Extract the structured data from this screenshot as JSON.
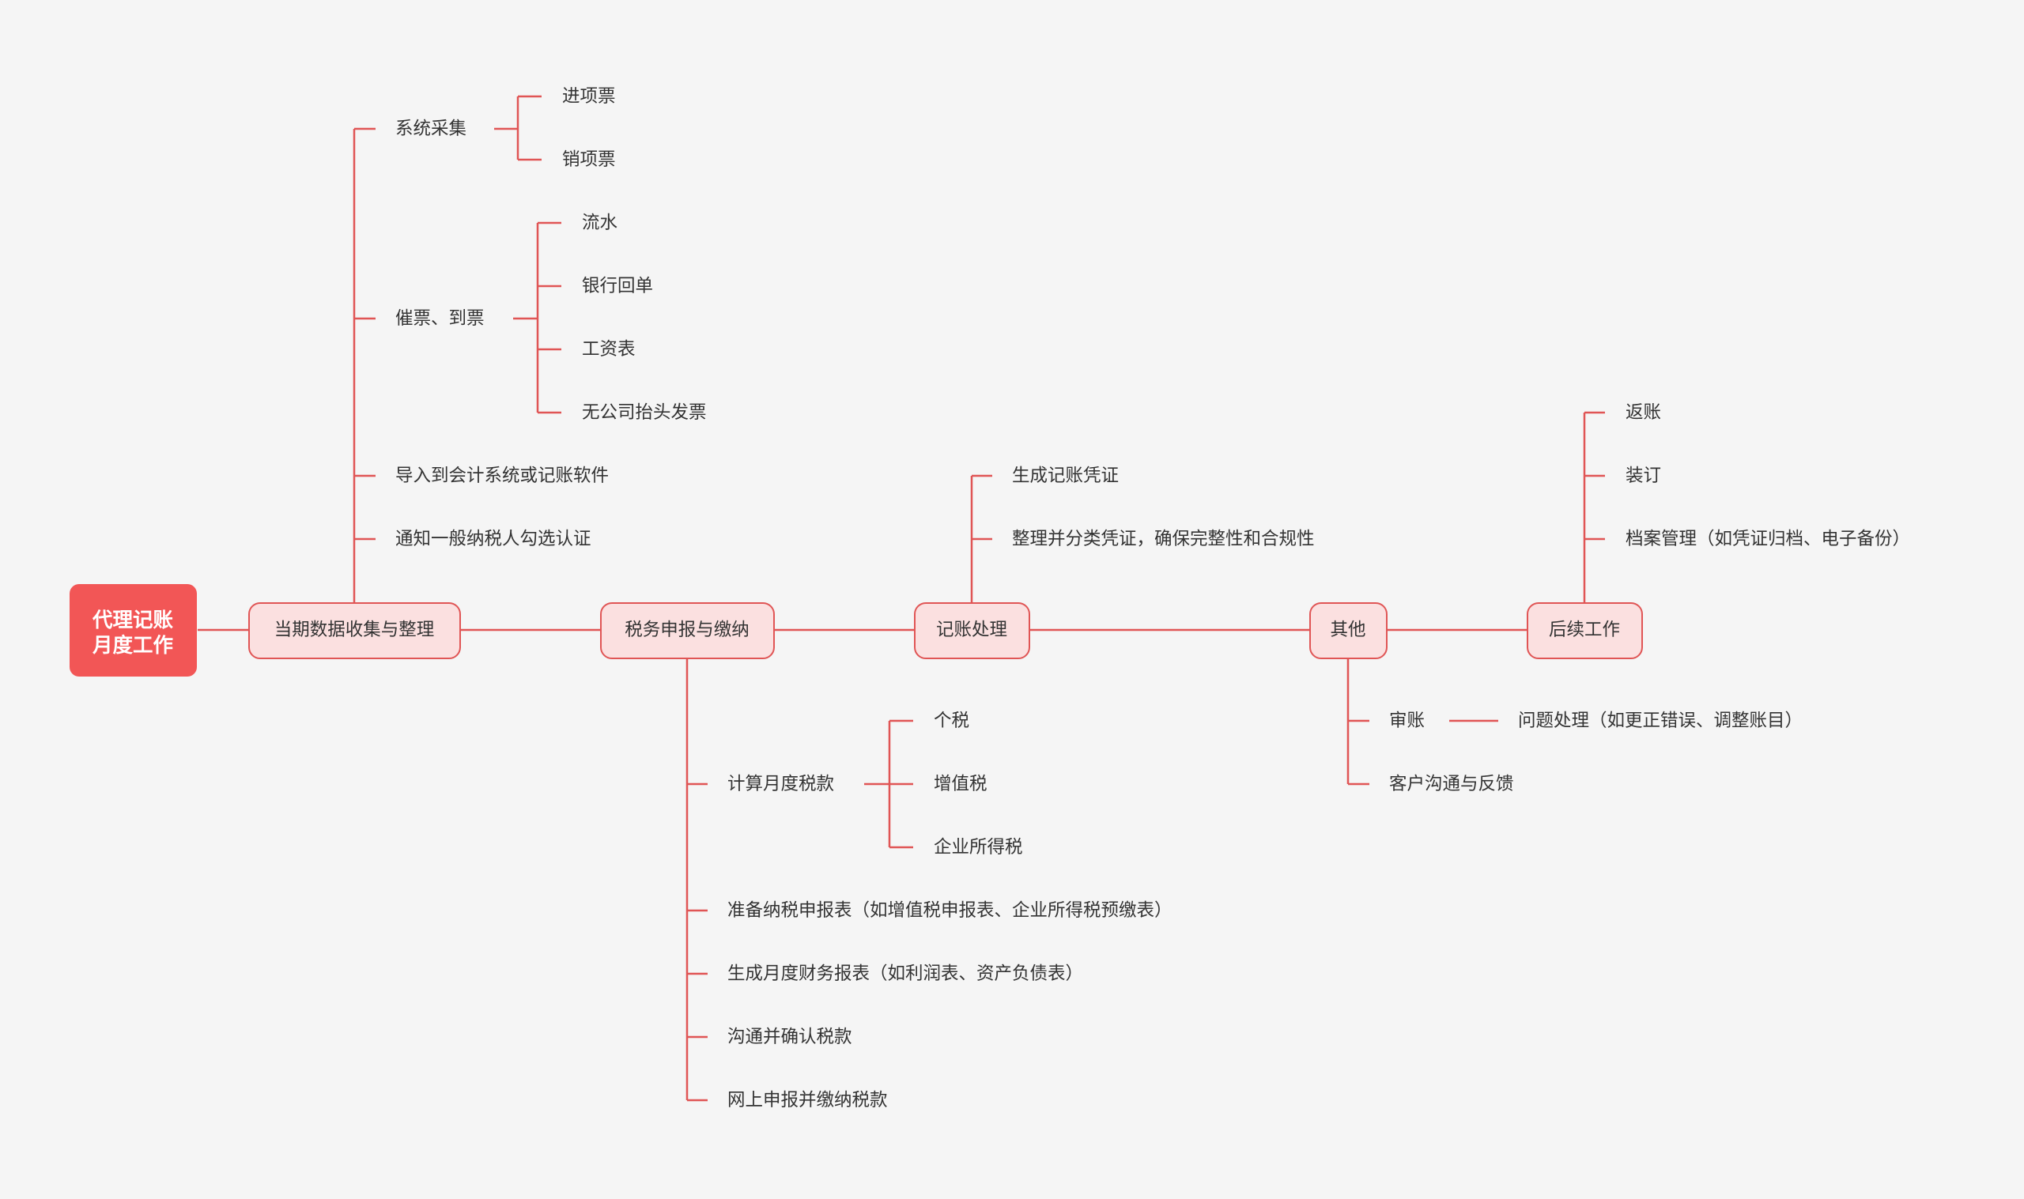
{
  "colors": {
    "background": "#f5f5f5",
    "line": "#e05555",
    "root_fill": "#f25656",
    "main_fill": "#fbe0e0",
    "main_stroke": "#e05555",
    "text": "#333333",
    "root_text": "#ffffff"
  },
  "root": {
    "line1": "代理记账",
    "line2": "月度工作"
  },
  "main": {
    "collect": "当期数据收集与整理",
    "tax": "税务申报与缴纳",
    "booking": "记账处理",
    "other": "其他",
    "followup": "后续工作"
  },
  "collect": {
    "system": "系统采集",
    "input_invoice": "进项票",
    "output_invoice": "销项票",
    "urge": "催票、到票",
    "flow": "流水",
    "bank": "银行回单",
    "salary": "工资表",
    "no_title": "无公司抬头发票",
    "import": "导入到会计系统或记账软件",
    "notify": "通知一般纳税人勾选认证"
  },
  "tax": {
    "calc": "计算月度税款",
    "personal": "个税",
    "vat": "增值税",
    "corp": "企业所得税",
    "prepare": "准备纳税申报表（如增值税申报表、企业所得税预缴表）",
    "report": "生成月度财务报表（如利润表、资产负债表）",
    "confirm": "沟通并确认税款",
    "online": "网上申报并缴纳税款"
  },
  "booking": {
    "voucher": "生成记账凭证",
    "sort": "整理并分类凭证，确保完整性和合规性"
  },
  "other": {
    "audit": "审账",
    "issue": "问题处理（如更正错误、调整账目）",
    "feedback": "客户沟通与反馈"
  },
  "followup": {
    "return": "返账",
    "bind": "装订",
    "archive": "档案管理（如凭证归档、电子备份）"
  }
}
